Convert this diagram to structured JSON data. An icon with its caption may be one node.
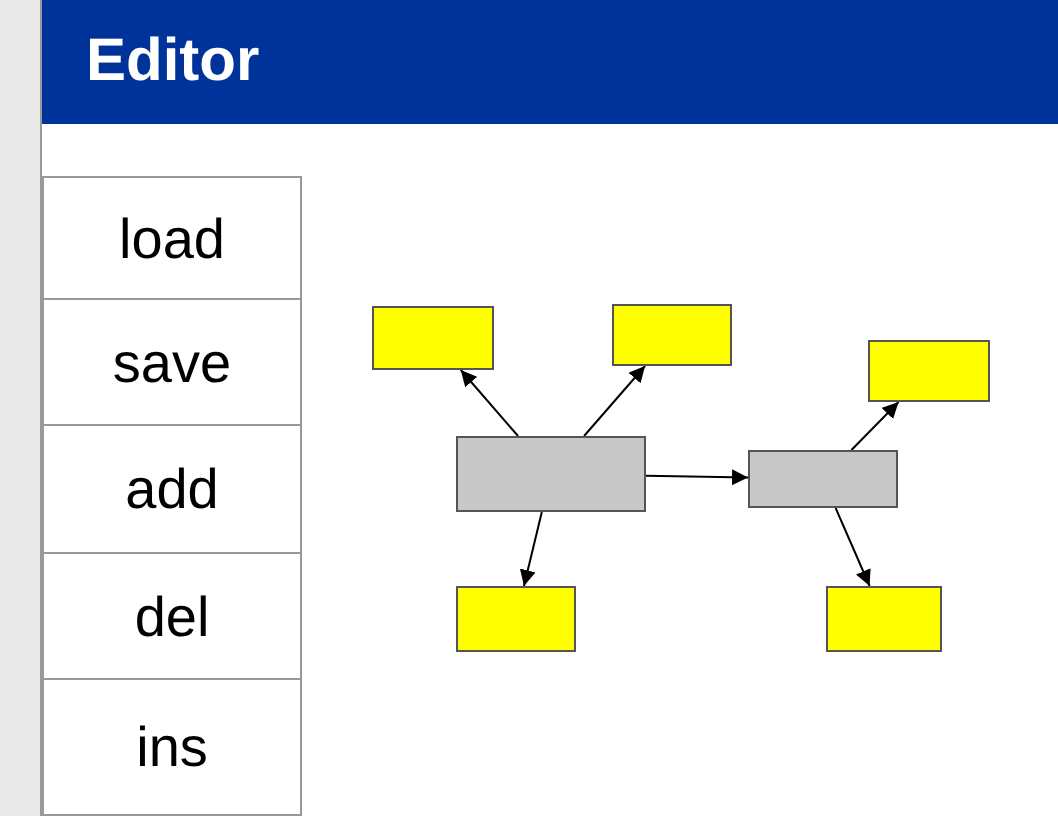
{
  "diagram": {
    "nodes": [
      {
        "text": [
          "Editor"
        ]
      },
      {
        "text": [
          "load"
        ],
        "in": 0
      },
      {
        "text": [
          "save"
        ],
        "in": 0
      },
      {
        "text": [
          "add"
        ],
        "in": 0
      },
      {
        "text": [
          "del"
        ],
        "in": 0
      },
      {
        "text": [
          "ins"
        ],
        "in": 0
      },
      {
        "text": [],
        "shape": "box",
        "in": 0
      },
      {
        "text": [],
        "shape": "box",
        "in": 0
      },
      {
        "text": [],
        "shape": "box",
        "in": 0
      },
      {
        "text": [],
        "shape": "box",
        "in": 0
      },
      {
        "text": [],
        "shape": "box",
        "in": 0
      },
      {
        "text": [],
        "shape": "box",
        "in": 0
      },
      {
        "text": [],
        "shape": "box",
        "in": 0
      }
    ],
    "edges": [
      {
        "from": 9,
        "to": 6,
        "arrow": "to"
      },
      {
        "from": 9,
        "to": 7,
        "arrow": "to"
      },
      {
        "from": 9,
        "to": 10,
        "arrow": "to"
      },
      {
        "from": 9,
        "to": 11,
        "arrow": "to"
      },
      {
        "from": 10,
        "to": 8,
        "arrow": "to"
      },
      {
        "from": 10,
        "to": 12,
        "arrow": "to"
      }
    ]
  }
}
